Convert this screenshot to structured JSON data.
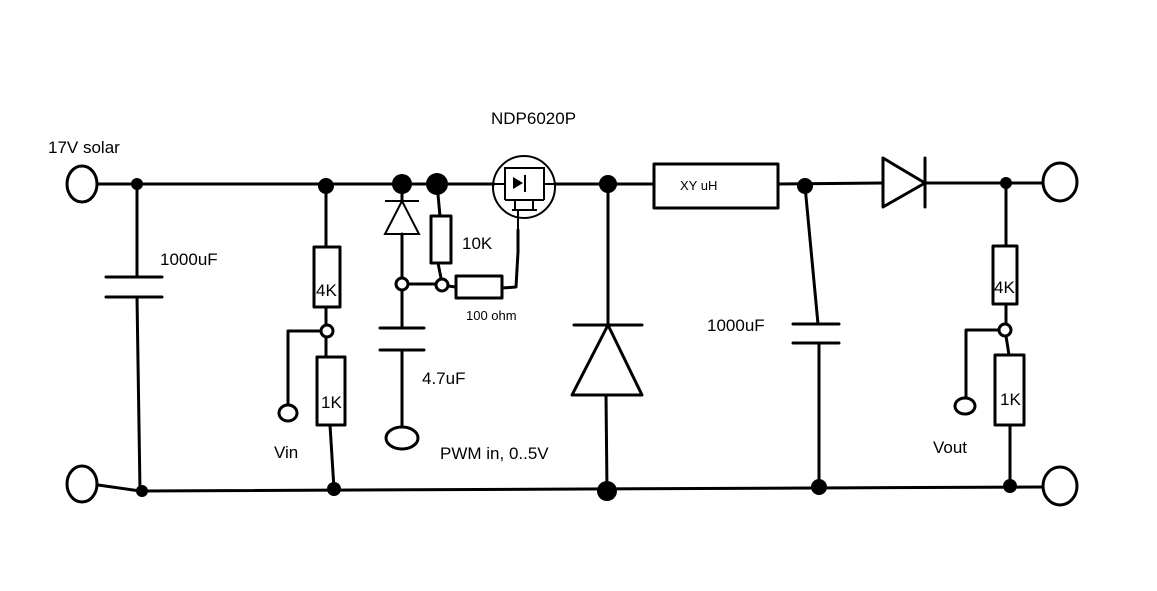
{
  "labels": {
    "solar_input": "17V solar",
    "input_cap": "1000uF",
    "mosfet": "NDP6020P",
    "gate_resistor_10k": "10K",
    "gate_resistor_100": "100 ohm",
    "gate_cap": "4.7uF",
    "pwm_input": "PWM in, 0..5V",
    "inductor": "XY uH",
    "output_cap": "1000uF",
    "vin_r_top": "4K",
    "vin_r_bottom": "1K",
    "vin_tap": "Vin",
    "vout_r_top": "4K",
    "vout_r_bottom": "1K",
    "vout_tap": "Vout"
  }
}
